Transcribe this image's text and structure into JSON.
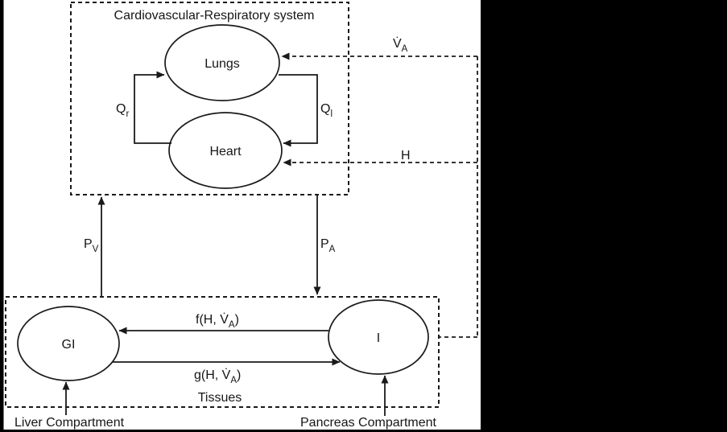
{
  "diagram": {
    "title": "Cardiovascular-Respiratory system",
    "nodes": {
      "lungs": "Lungs",
      "heart": "Heart",
      "gi": "GI",
      "insulin": "I"
    },
    "labels": {
      "q_r": {
        "base": "Q",
        "sub": "r"
      },
      "q_l": {
        "base": "Q",
        "sub": "l"
      },
      "v_a": {
        "base": "V̇",
        "sub": "A"
      },
      "h": "H",
      "p_v": {
        "base": "P",
        "sub": "V"
      },
      "p_a": {
        "base": "P",
        "sub": "A"
      },
      "f": {
        "pre": "f(H, ",
        "base": "V̇",
        "sub": "A",
        "post": ")"
      },
      "g": {
        "pre": "g(H, ",
        "base": "V̇",
        "sub": "A",
        "post": ")"
      },
      "tissues": "Tissues",
      "liver": "Liver Compartment",
      "pancreas": "Pancreas Compartment"
    },
    "colors": {
      "background": "#ffffff",
      "line": "#1a1a1a",
      "mask": "#000000",
      "text": "#161616"
    }
  }
}
